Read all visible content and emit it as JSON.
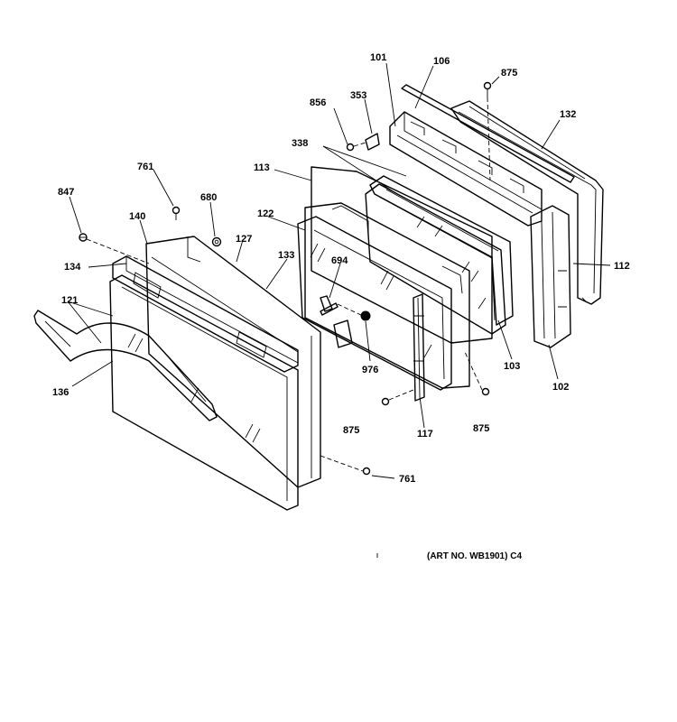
{
  "callouts": {
    "c101": "101",
    "c106": "106",
    "c875_top": "875",
    "c856": "856",
    "c353": "353",
    "c132": "132",
    "c338": "338",
    "c113": "113",
    "c761_top": "761",
    "c847": "847",
    "c680": "680",
    "c140": "140",
    "c122": "122",
    "c127": "127",
    "c133": "133",
    "c134": "134",
    "c694": "694",
    "c112": "112",
    "c121": "121",
    "c976": "976",
    "c103": "103",
    "c136": "136",
    "c102": "102",
    "c875_left": "875",
    "c117": "117",
    "c875_right": "875",
    "c761_bottom": "761"
  },
  "art_number": "(ART NO. WB1901) C4"
}
